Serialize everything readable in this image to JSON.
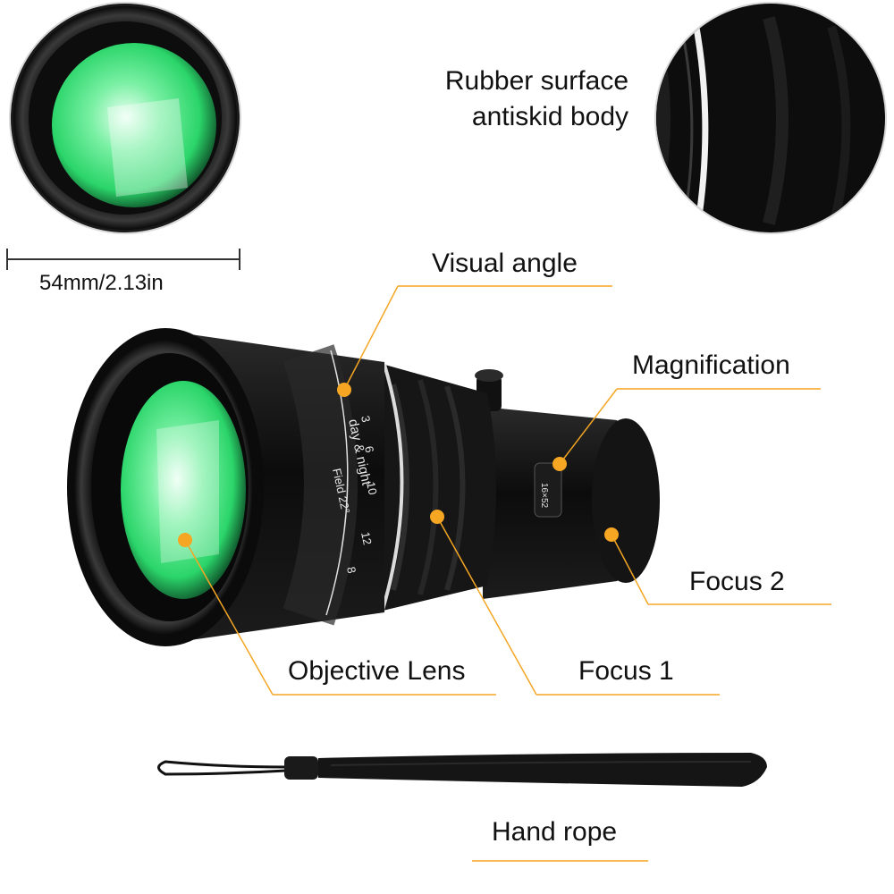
{
  "labels": {
    "rubber_line1": "Rubber surface",
    "rubber_line2": "antiskid body",
    "diameter": "54mm/2.13in",
    "visual_angle": "Visual angle",
    "magnification": "Magnification",
    "focus2": "Focus 2",
    "objective_lens": "Objective Lens",
    "focus1": "Focus 1",
    "hand_rope": "Hand rope"
  },
  "scale_markings": {
    "field_text": "Field 22°",
    "day_night": "day & night",
    "numbers": [
      "3",
      "6",
      "10",
      "12",
      "8"
    ],
    "badge": "16×52"
  },
  "colors": {
    "accent": "#f5a623",
    "lens_green": "#3fe07a",
    "body": "#151515"
  }
}
